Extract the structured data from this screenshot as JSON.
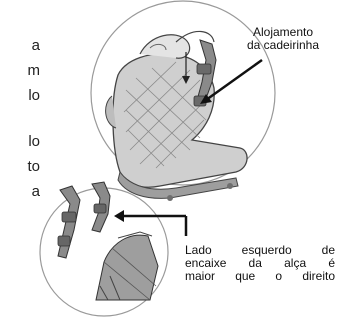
{
  "left_text_fragments": [
    "a",
    "m",
    "lo",
    "lo",
    "to",
    "a"
  ],
  "callouts": {
    "top": {
      "line1": "Alojamento",
      "line2": "da cadeirinha"
    },
    "bottom": {
      "line1": "Lado esquerdo de",
      "line2": "encaixe da alça é",
      "line3": "maior que o direito"
    }
  },
  "colors": {
    "line": "#111111",
    "outline": "#555555",
    "shade_light": "#d9d9d9",
    "shade_mid": "#9e9e9e",
    "shade_dark": "#6e6e6e"
  }
}
